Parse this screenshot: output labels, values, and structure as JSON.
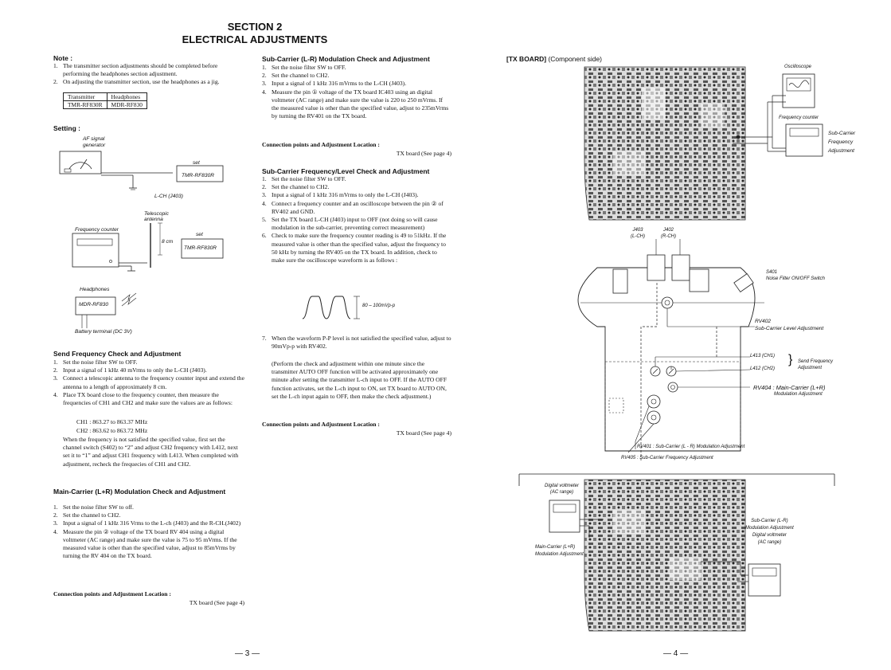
{
  "header": {
    "section": "SECTION 2",
    "title": "ELECTRICAL ADJUSTMENTS"
  },
  "note": {
    "label": "Note :",
    "items": [
      {
        "n": "1.",
        "text": "The transmitter section adjustments should be completed before performing the headphones section adjustment."
      },
      {
        "n": "2.",
        "text": "On adjusting the transmitter section, use the headphones as a jig."
      }
    ],
    "table": {
      "headers": [
        "Transmitter",
        "Headphones"
      ],
      "row": [
        "TMR-RF830R",
        "MDR-RF830"
      ]
    }
  },
  "setting": {
    "label": "Setting :",
    "af_signal_generator": "AF signal\ngenerator",
    "set1": "set",
    "tmr1": "TMR-RF830R",
    "lch": "L-CH (J403)",
    "telescopic": "Telescopic\nantenna",
    "freq_counter": "Frequency counter",
    "set2": "set",
    "tmr2": "TMR-RF830R",
    "dist": "8 cm",
    "headphones": "Headphones",
    "mdr": "MDR-RF830",
    "battery": "Battery terminal (DC 3V)"
  },
  "send_freq": {
    "title": "Send Frequency Check and Adjustment",
    "items": [
      {
        "n": "1.",
        "text": "Set the noise filter SW to OFF."
      },
      {
        "n": "2.",
        "text": "Input a signal of 1 kHz 40 mVrms to only the L-CH (J403)."
      },
      {
        "n": "3.",
        "text": "Connect a telescopic antenna to the frequency counter input and extend the antenna to a length of approximately 8 cm."
      },
      {
        "n": "4.",
        "text": "Place TX board close to the frequency counter, then measure the frequencies of CH1 and CH2 and make sure the values are as follows:"
      }
    ],
    "ch1": "CH1 : 863.27 to 863.37 MHz",
    "ch2": "CH2 : 863.62 to 863.72 MHz",
    "after": "When the frequency is not satisfied the specified value, first set the channel switch (S402) to “2” and adjust CH2 frequency with L412, next set it to “1” and adjust CH1 frequency with L413. When completed with adjustment, recheck the frequecies of CH1 and CH2."
  },
  "main_carrier": {
    "title": "Main-Carrier (L+R) Modulation Check and Adjustment",
    "items": [
      {
        "n": "1.",
        "text": "Set the noise filter SW to off."
      },
      {
        "n": "2.",
        "text": "Set the channel to CH2."
      },
      {
        "n": "3.",
        "text": "Input a signal of 1 kHz 316 Vrms to the L-ch (J403) and the R-CH.(J402)"
      },
      {
        "n": "4.",
        "text": "Measure the pin ② voltage of the TX board RV 404 using a digital voltmeter (AC range) and make sure the value is 75 to 95 mVrms. If the measured value is other than the specified value, adjust to 85mVrms by turning the RV 404 on the TX board."
      }
    ],
    "conn_label": "Connection points and Adjustment Location :",
    "conn_value": "TX board (See page 4)"
  },
  "sub_lr": {
    "title": "Sub-Carrier (L-R) Modulation Check and Adjustment",
    "items": [
      {
        "n": "1.",
        "text": "Set the noise filter SW to OFF."
      },
      {
        "n": "2.",
        "text": "Set the channel to CH2."
      },
      {
        "n": "3.",
        "text": "Input a signal of 1 kHz 316 mVrms to the L-CH (J403)."
      },
      {
        "n": "4.",
        "text": "Measure the pin ① voltage of the TX board IC403 using an digital voltmeter (AC range) and make sure the value is 220 to 250 mVrms. If the measured value is other than the specified value, adjust to 235mVrms by turning the RV401 on the TX board."
      }
    ],
    "conn_label": "Connection points and Adjustment Location :",
    "conn_value": "TX board (See page 4)"
  },
  "sub_freq": {
    "title": "Sub-Carrier Frequency/Level Check and Adjustment",
    "items": [
      {
        "n": "1.",
        "text": "Set the noise filter SW to OFF."
      },
      {
        "n": "2.",
        "text": "Set the channel to CH2."
      },
      {
        "n": "3.",
        "text": "Input a signal of 1 kHz 316 mVrms to only the L-CH (J403)."
      },
      {
        "n": "4.",
        "text": "Connect a frequency counter and an oscilloscope between the pin ② of RV402 and GND."
      },
      {
        "n": "5.",
        "text": "Set the TX board L-CH (J403) input to OFF (not doing so will cause modulation in the sub-carrier, preventing correct measurement)"
      },
      {
        "n": "6.",
        "text": "Check to make sure the frequency counter reading is 49 to 51kHz. If the measured value is other than the specified value, adjust the frequency to 50 kHz by turning the RV405 on the TX board. In addition, check to make sure the oscilloscope waveform is as follows :"
      }
    ],
    "waveform_label": "80 – 100mVp-p",
    "item7": {
      "n": "7.",
      "text": "When the waveform P-P level is not satisfied the specified value, adjust to 90mVp-p with RV402."
    },
    "paren": "(Perform the check and adjustment within one minute since the transmitter AUTO OFF function will be activated approximately one minute after setting the transmitter L-ch input to OFF. If the AUTO OFF function activates, set the L-ch input to ON, set TX board to AUTO ON, set the L-ch input again to OFF, then make the check adjustment.)",
    "conn_label": "Connection points and Adjustment Location :",
    "conn_value": "TX board (See page 4)"
  },
  "tx_board": {
    "title": "[TX BOARD]",
    "subtitle": "(Component side)",
    "oscilloscope": "Oscilloscope",
    "frequency_counter": "Frequency counter",
    "sub_carrier_freq_adj": "Sub-Carrier\nFrequency\nAdjustment",
    "j403": "J403\n(L-CH)",
    "j402": "J402\n(R-CH)",
    "s401": "S401\nNoise Filter ON/OFF Switch",
    "rv402": "RV402\nSub-Carrier Level Adjustment",
    "l413": "L413 (CH1)",
    "l412": "L412 (CH2)",
    "send_freq_adj": "Send Frequency\nAdjustment",
    "rv404": "RV404 : Main-Carrier (L+R)",
    "rv404_sub": "Modulation Adjustment",
    "rv401": "RV401 : Sub-Carrier (L - R) Modulation Adjustment",
    "rv405": "RV405 : Sub-Carrier Frequency Adjustment",
    "digital_voltmeter": "Digital voltmeter\n(AC range)",
    "main_carrier_mod": "Main-Carrier (L+R)\nModulation Adjustment",
    "sub_carrier_lr": "Sub-Carrier (L-R)\nModulation Adjustment\nDigital voltmeter\n(AC range)"
  },
  "pages": {
    "left": "— 3 —",
    "right": "— 4 —"
  }
}
